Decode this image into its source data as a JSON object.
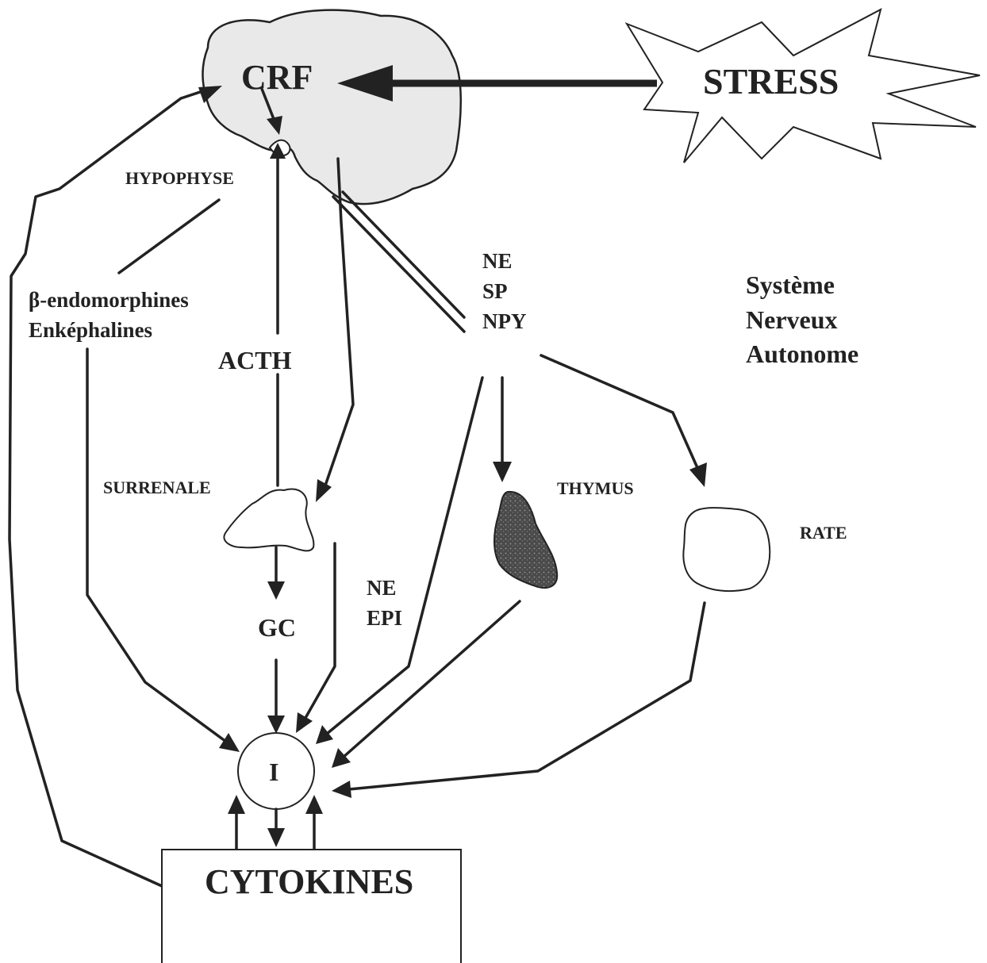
{
  "labels": {
    "crf": "CRF",
    "stress": "STRESS",
    "hypophyse": "HYPOPHYSE",
    "beta_endomorphines": "β-endomorphines",
    "enkephalines": "Enképhalines",
    "acth": "ACTH",
    "surrenale": "SURRENALE",
    "gc": "GC",
    "ne_top": "NE",
    "sp": "SP",
    "npy": "NPY",
    "ne_bottom": "NE",
    "epi": "EPI",
    "thymus": "THYMUS",
    "rate": "RATE",
    "systeme_line1": "Système",
    "systeme_line2": "Nerveux",
    "systeme_line3": "Autonome",
    "immune": "I",
    "cytokines": "CYTOKINES"
  },
  "colors": {
    "brain_fill": "#e9e9e9",
    "ink": "#222222",
    "thymus_fill": "#4a4a4a"
  }
}
